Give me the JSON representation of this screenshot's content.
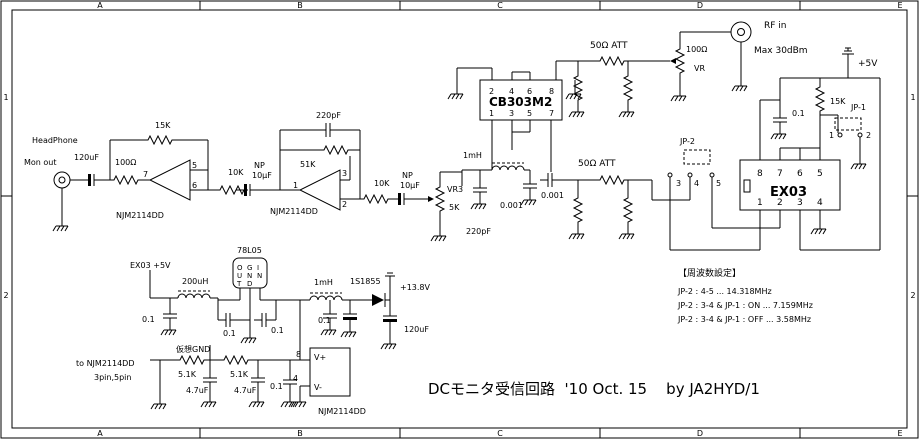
{
  "title_block": {
    "title": "DCモニタ受信回路  '10 Oct. 15    by JA2HYD/1"
  },
  "border": {
    "columns": [
      "A",
      "B",
      "C",
      "D",
      "E"
    ],
    "rows": [
      "1",
      "2"
    ]
  },
  "labels": {
    "rf_in": "RF in",
    "max_level": "Max 30dBm",
    "vcc": "+5V",
    "headphone": "HeadPhone",
    "mon_out": "Mon out",
    "vin": "+13.8V",
    "ex03_5v": "EX03 +5V",
    "virtual_gnd": "仮想GND",
    "to_opamp": "to NJM2114DD",
    "to_opamp_pins": "3pin,5pin",
    "vr": "VR",
    "vr3": "VR3",
    "vplus": "V+",
    "vminus": "V-"
  },
  "components": {
    "mixer": "CB303M2",
    "mixer_pins_top": [
      "2",
      "4",
      "6",
      "8"
    ],
    "mixer_pins_bottom": [
      "1",
      "3",
      "5",
      "7"
    ],
    "oscillator": "EX03",
    "osc_pins_top": [
      "8",
      "7",
      "6",
      "5"
    ],
    "osc_pins_bottom": [
      "1",
      "2",
      "3",
      "4"
    ],
    "regulator": "78L05",
    "reg_pins": [
      "O",
      "G",
      "I"
    ],
    "reg_pins2": [
      "U",
      "N",
      "N"
    ],
    "reg_pins3": [
      "T",
      "D",
      ""
    ],
    "opamp_a": "NJM2114DD",
    "opamp_b": "NJM2114DD",
    "opamp_c": "NJM2114DD",
    "att1": "50Ω ATT",
    "att2": "50Ω ATT",
    "r_100_vr": "100Ω",
    "r_15k_a": "15K",
    "r_100": "100Ω",
    "r_10k_a": "10K",
    "r_51k": "51K",
    "r_10k_b": "10K",
    "r_5k": "5K",
    "r_15k_b": "15K",
    "r_51k_c": "5.1K",
    "r_51k_d": "5.1K",
    "c_120_a": "120uF",
    "c_220p": "220pF",
    "c_220p_b": "220pF",
    "c_np1": "NP",
    "c_np1_val": "10μF",
    "c_np2": "NP",
    "c_np2_val": "10μF",
    "l_1mh": "1mH",
    "l_1mh_b": "1mH",
    "l_200uh": "200uH",
    "c_0001_a": "0.001",
    "c_0001_b": "0.001",
    "c_01_a": "0.1",
    "c_01_b": "0.1",
    "c_01_c": "0.1",
    "c_01_d": "0.1",
    "c_01_e": "0.1",
    "c_01_f": "0.1",
    "c_120_b": "120uF",
    "c_47_a": "4.7uF",
    "c_47_b": "4.7uF",
    "diode": "1S1855",
    "jp1": "JP-1",
    "jp2": "JP-2"
  },
  "pin_numbers": {
    "oa_a": [
      "7",
      "5",
      "6"
    ],
    "oa_b": [
      "1",
      "3",
      "2"
    ],
    "jp1": [
      "1",
      "2"
    ],
    "jp2": [
      "3",
      "4",
      "5"
    ],
    "supply": [
      "8",
      "4"
    ]
  },
  "freq_table": {
    "heading": "【周波数設定】",
    "rows": [
      "JP-2 : 4-5 ... 14.318MHz",
      "JP-2 : 3-4 & JP-1 : ON  ... 7.159MHz",
      "JP-2 : 3-4 & JP-1 : OFF ... 3.58MHz"
    ]
  }
}
